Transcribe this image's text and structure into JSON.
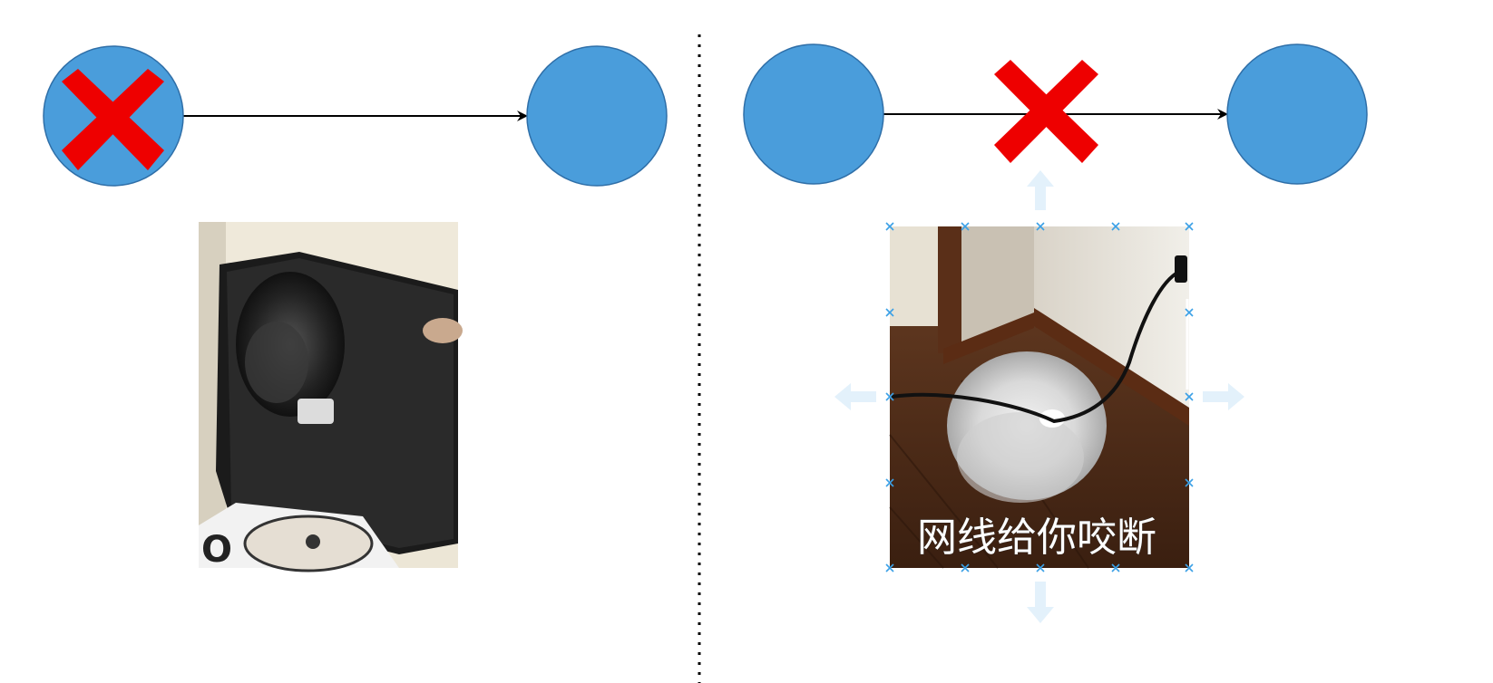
{
  "colors": {
    "node_fill": "#4a9ddb",
    "node_stroke": "#2f6fa8",
    "cross": "#ee0000",
    "edge": "#000000",
    "divider": "#000000",
    "handle": "#3aa0e6",
    "hint_arrow": "#e3f1fb"
  },
  "left_panel": {
    "photo_icon": "burned-laptop-photo",
    "failed_node_icon": "cross-icon"
  },
  "right_panel": {
    "photo_icon": "cat-biting-cable-photo",
    "photo_caption": "网线给你咬断",
    "failed_edge_icon": "cross-icon"
  }
}
